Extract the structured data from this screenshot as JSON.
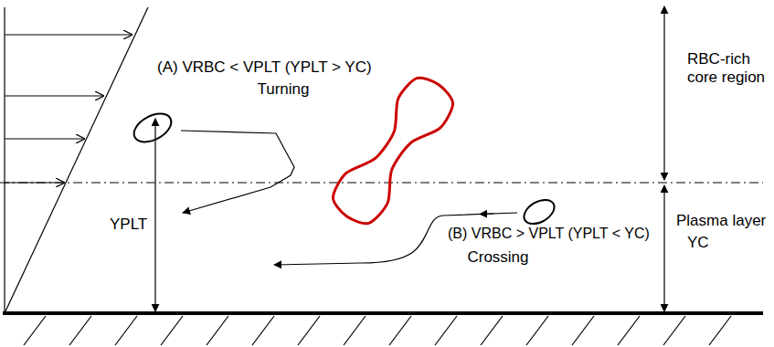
{
  "diagram": {
    "labels": [
      "(A) VRBC < VPLT (YPLT > YC)",
      "Turning",
      "YPLT",
      "(B) VRBC > VPLT (YPLT < YC)",
      "Crossing",
      "RBC-rich core region",
      "Plasma layer",
      "YC"
    ]
  }
}
